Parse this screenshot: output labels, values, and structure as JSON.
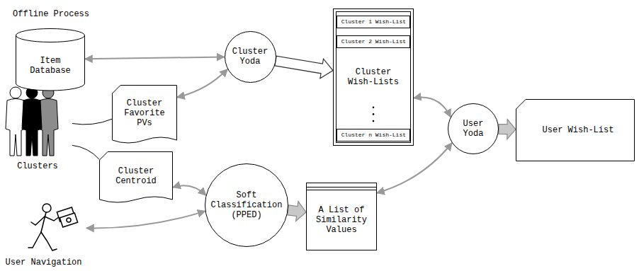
{
  "diagram": {
    "nodes": [
      {
        "text": [
          "Offline Process"
        ]
      },
      {
        "text": [
          "Item Database"
        ],
        "in": 0
      },
      {
        "text": [
          "Cluster Yoda"
        ],
        "in": 0
      },
      {
        "text": [
          "Cluster Wish-Lists"
        ],
        "in": 0
      },
      {
        "text": [
          "Cluster 1 Wish-List"
        ],
        "in": 3
      },
      {
        "text": [
          "Cluster 2 Wish-List"
        ],
        "in": 3
      },
      {
        "text": [
          "Cluster n Wish-List"
        ],
        "in": 3
      },
      {
        "text": [
          "Cluster Favorite PVs"
        ],
        "in": 0
      },
      {
        "text": [
          "Clusters"
        ]
      },
      {
        "text": [
          "User Yoda"
        ]
      },
      {
        "text": [
          "User Wish-List"
        ]
      },
      {
        "text": [
          "Cluster Centroid"
        ]
      },
      {
        "text": [
          "Soft Classification (PPED)"
        ]
      },
      {
        "text": [
          "A List of Similarity Values"
        ]
      },
      {
        "text": [
          "User Navigation"
        ]
      }
    ],
    "edges": [
      {
        "from": 1,
        "to": 2,
        "arrow": "both"
      },
      {
        "from": 7,
        "to": 2,
        "arrow": "both"
      },
      {
        "from": 2,
        "to": 3,
        "arrow": "to"
      },
      {
        "from": 3,
        "to": 9,
        "arrow": "both"
      },
      {
        "from": 8,
        "to": 7,
        "arrow": "none"
      },
      {
        "from": 8,
        "to": 11,
        "arrow": "none"
      },
      {
        "from": 11,
        "to": 12,
        "arrow": "both"
      },
      {
        "from": 14,
        "to": 12,
        "arrow": "both"
      },
      {
        "from": 12,
        "to": 13,
        "arrow": "to"
      },
      {
        "from": 13,
        "to": 9,
        "arrow": "both"
      },
      {
        "from": 9,
        "to": 10,
        "arrow": "to"
      }
    ]
  }
}
